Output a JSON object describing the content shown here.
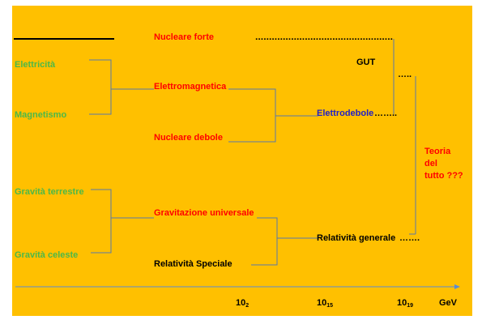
{
  "colors": {
    "background": "#FFC000",
    "green": "#4CB848",
    "red": "#FF0000",
    "blue": "#1F1FC8",
    "black": "#000000",
    "connector": "#5A78AA",
    "axis": "#5B8BD4"
  },
  "labels": {
    "elettricita": "Elettricità",
    "magnetismo": "Magnetismo",
    "gravita_terrestre": "Gravità terrestre",
    "gravita_celeste": "Gravità celeste",
    "nucleare_forte": "Nucleare forte",
    "elettromagnetica": "Elettromagnetica",
    "nucleare_debole": "Nucleare debole",
    "gravitazione_universale": "Gravitazione universale",
    "relativita_speciale": "Relatività Speciale",
    "elettrodebole": "Elettrodebole",
    "relativita_generale": "Relatività generale",
    "gut": "GUT",
    "teoria_line1": "Teoria",
    "teoria_line2": "del",
    "teoria_line3": "tutto ???"
  },
  "dots": {
    "forte": "..................................................",
    "elettrodebole": "……..",
    "gut": "…..",
    "relativita": "……."
  },
  "axis": {
    "ticks": [
      {
        "base": "10",
        "exp": "2"
      },
      {
        "base": "10",
        "exp": "15"
      },
      {
        "base": "10",
        "exp": "19"
      }
    ],
    "unit": "GeV"
  }
}
